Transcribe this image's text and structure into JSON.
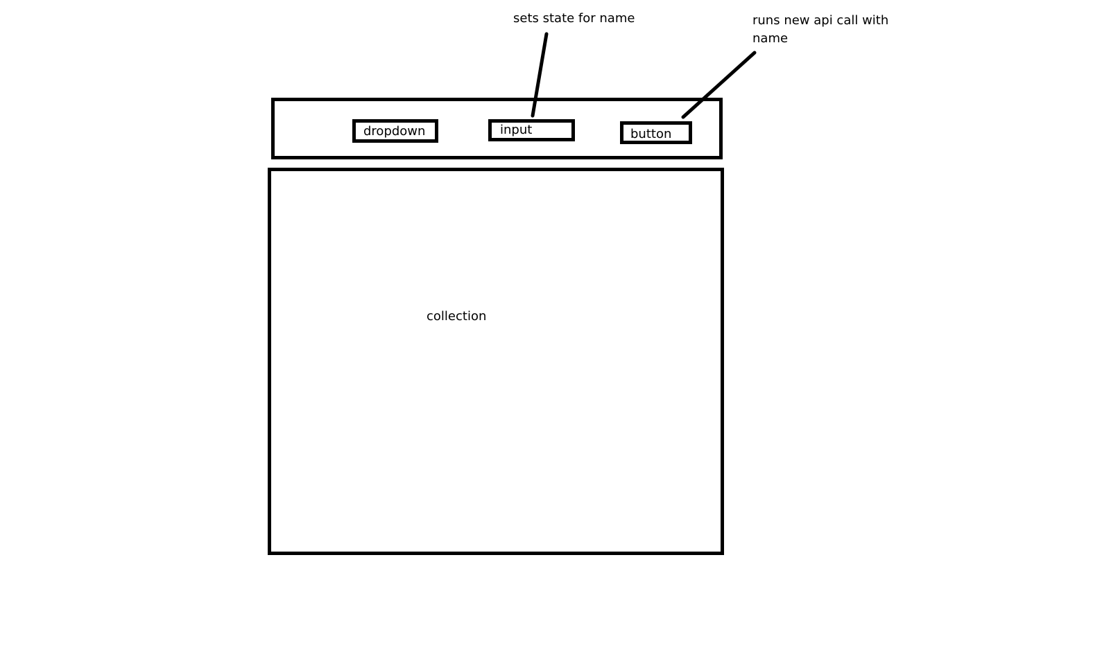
{
  "toolbar": {
    "dropdown_label": "dropdown",
    "input_label": "input",
    "button_label": "button"
  },
  "collection": {
    "label": "collection"
  },
  "annotations": {
    "input_note": "sets state for name",
    "button_note": "runs new api call with name"
  },
  "colors": {
    "stroke": "#000000",
    "background": "#ffffff"
  }
}
